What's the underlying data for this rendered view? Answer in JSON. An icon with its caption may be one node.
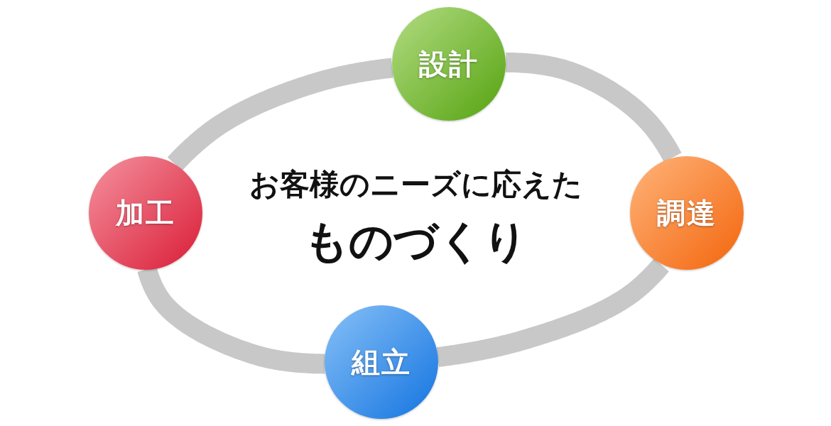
{
  "diagram": {
    "nodes": [
      {
        "text": [
          "設計"
        ]
      },
      {
        "text": [
          "調達"
        ]
      },
      {
        "text": [
          "組立"
        ]
      },
      {
        "text": [
          "加工"
        ]
      }
    ],
    "edges": [
      {
        "from": 0,
        "to": 1,
        "arrow": "none"
      },
      {
        "from": 1,
        "to": 2,
        "arrow": "none"
      },
      {
        "from": 2,
        "to": 3,
        "arrow": "none"
      },
      {
        "from": 3,
        "to": 0,
        "arrow": "none"
      }
    ],
    "labels": [
      "お客様のニーズに応えた",
      "ものづくり"
    ]
  }
}
